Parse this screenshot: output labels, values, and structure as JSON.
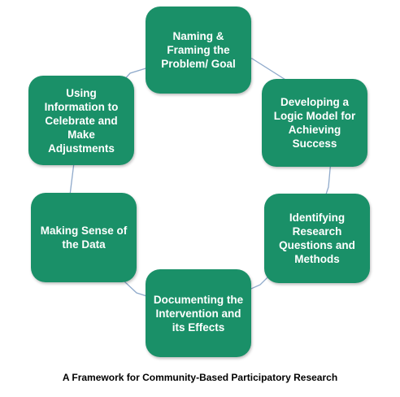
{
  "colors": {
    "node_fill": "#1a9068",
    "ring_line": "#8faacb",
    "text": "#ffffff"
  },
  "cycle": {
    "steps": [
      "Naming & Framing the Problem/ Goal",
      "Developing a Logic Model for Achieving Success",
      "Identifying Research Questions and Methods",
      "Documenting the Intervention and its Effects",
      "Making Sense of the Data",
      "Using Information to Celebrate and Make Adjustments"
    ]
  },
  "caption": "A Framework for Community-Based Participatory Research"
}
